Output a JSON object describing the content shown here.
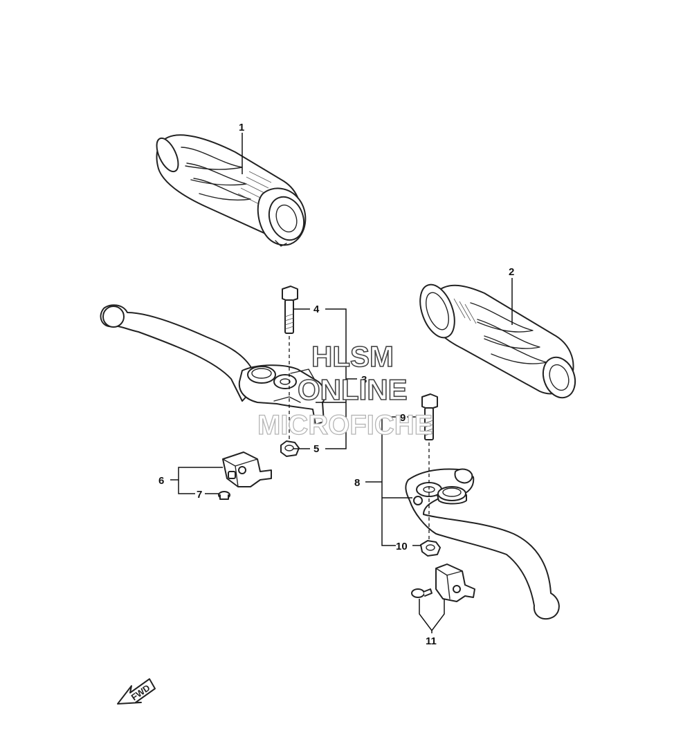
{
  "callouts": {
    "c1": "1",
    "c2": "2",
    "c3": "3",
    "c4": "4",
    "c5": "5",
    "c6": "6",
    "c7": "7",
    "c8": "8",
    "c9": "9",
    "c10": "10",
    "c11": "11"
  },
  "watermark": {
    "line1": "HLSM",
    "line2": "ONLINE",
    "line3": "MICROFICHE"
  },
  "direction_marker": {
    "label": "FWD"
  }
}
